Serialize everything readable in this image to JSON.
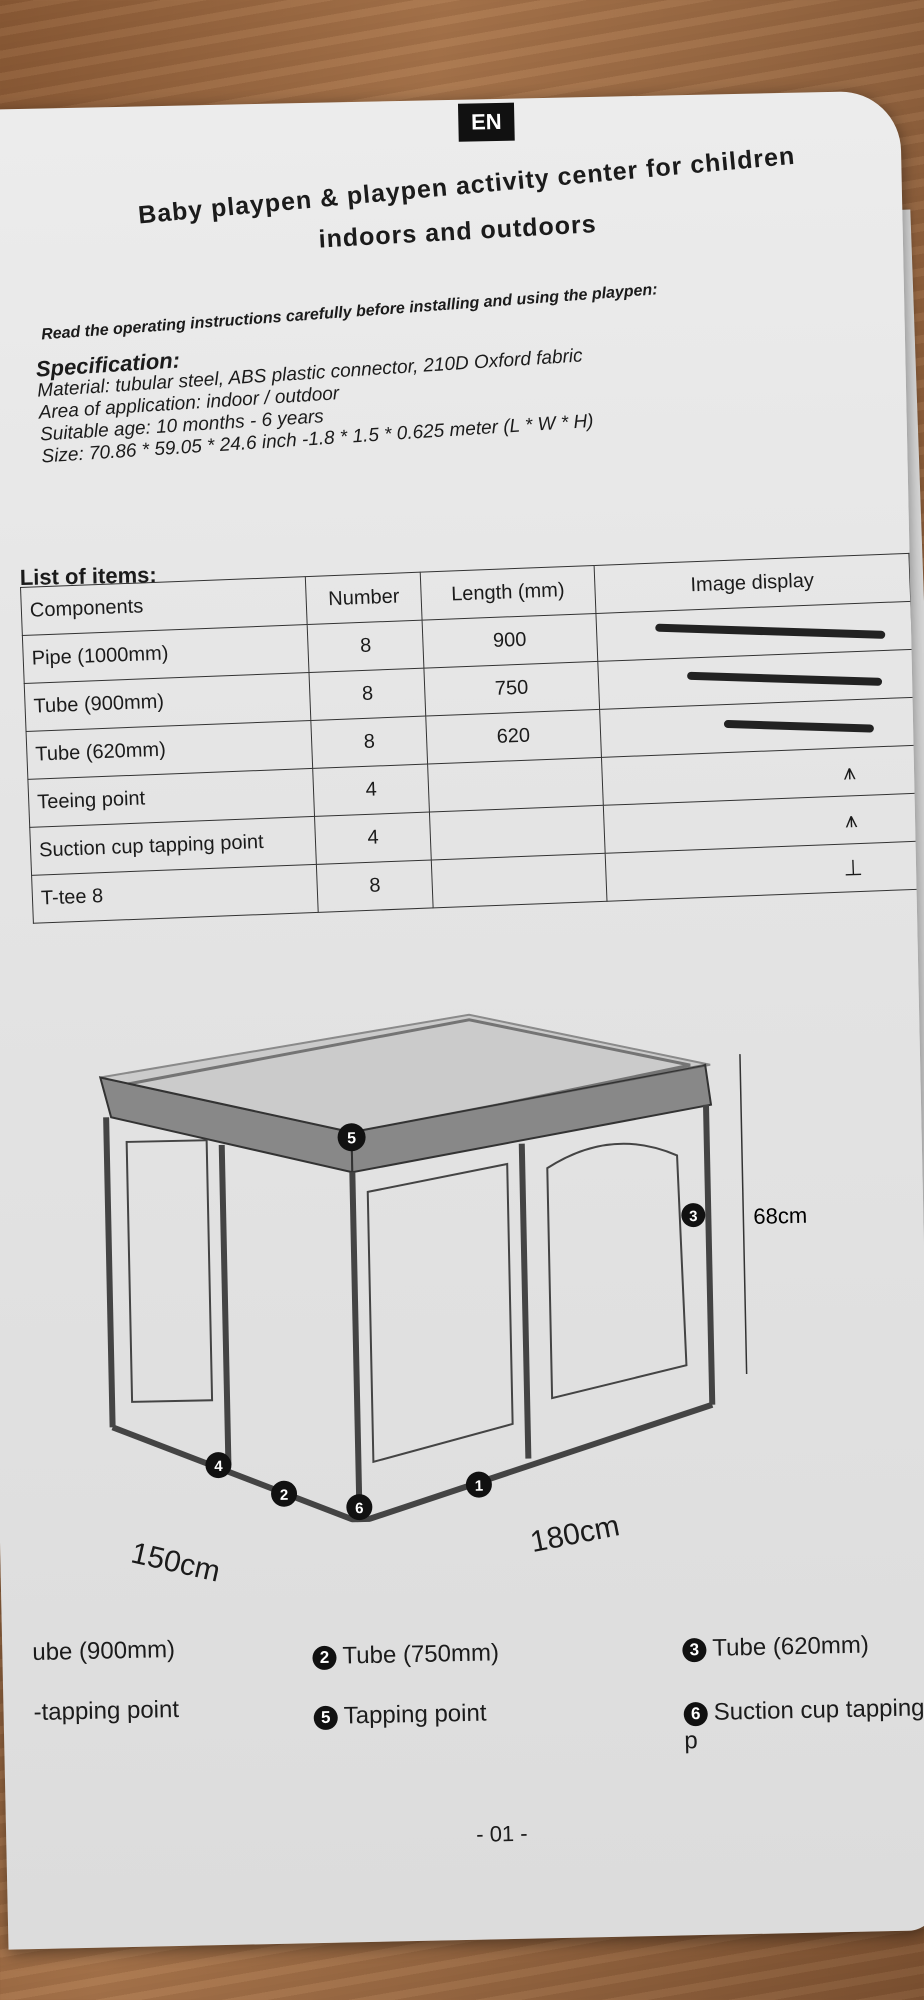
{
  "lang": "EN",
  "title_line1": "Baby playpen & playpen activity center for children",
  "title_line2": "indoors and outdoors",
  "notice": "Read the operating instructions carefully before installing and using the playpen:",
  "spec": {
    "heading": "Specification:",
    "material": "Material: tubular steel, ABS plastic connector, 210D Oxford fabric",
    "area": "Area of application: indoor / outdoor",
    "age": "Suitable age: 10 months - 6 years",
    "size": "Size: 70.86 * 59.05 * 24.6 inch -1.8 * 1.5 * 0.625 meter (L * W * H)"
  },
  "list_title": "List of items:",
  "table": {
    "headers": [
      "Components",
      "Number",
      "Length (mm)",
      "Image display"
    ],
    "rows": [
      {
        "name": "Pipe (1000mm)",
        "number": "8",
        "length": "900"
      },
      {
        "name": "Tube (900mm)",
        "number": "8",
        "length": "750"
      },
      {
        "name": "Tube (620mm)",
        "number": "8",
        "length": "620"
      },
      {
        "name": "Teeing point",
        "number": "4",
        "length": ""
      },
      {
        "name": "Suction cup tapping point",
        "number": "4",
        "length": ""
      },
      {
        "name": "T-tee 8",
        "number": "8",
        "length": ""
      }
    ]
  },
  "diagram": {
    "height_label": "68cm",
    "width_label": "150cm",
    "length_label": "180cm",
    "markers": [
      "1",
      "2",
      "3",
      "4",
      "5",
      "6"
    ]
  },
  "captions": {
    "c1": "ube (900mm)",
    "c2": "Tube (750mm)",
    "c2_num": "2",
    "c3": "Tube (620mm)",
    "c3_num": "3",
    "c4": "-tapping point",
    "c5": "Tapping point",
    "c5_num": "5",
    "c6": "Suction cup tapping p",
    "c6_num": "6"
  },
  "page_number": "- 01 -"
}
